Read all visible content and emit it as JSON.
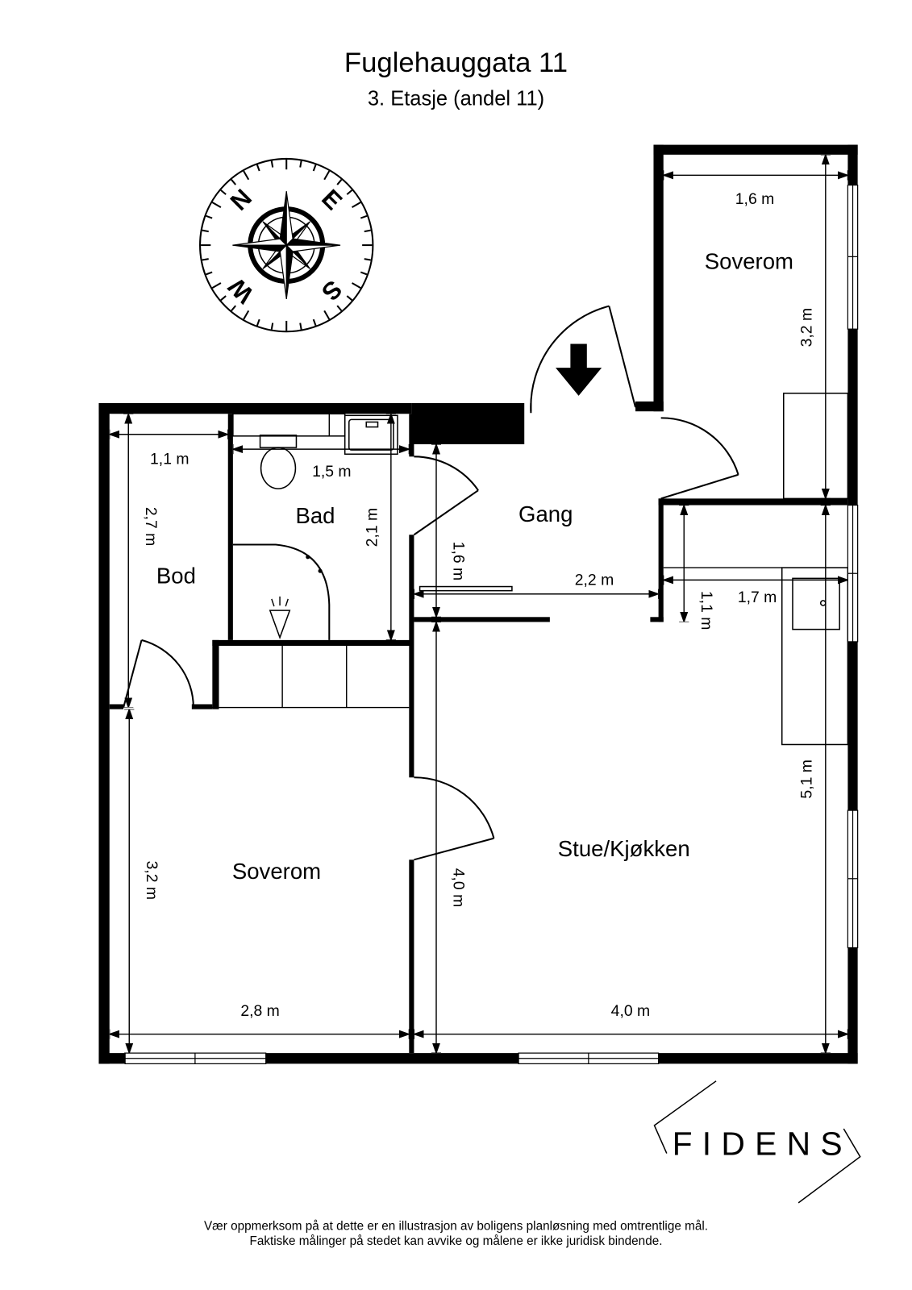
{
  "header": {
    "title": "Fuglehauggata 11",
    "subtitle": "3. Etasje (andel 11)"
  },
  "compass": {
    "north": "N",
    "east": "E",
    "south": "S",
    "west": "W"
  },
  "rooms": {
    "soverom_top": "Soverom",
    "gang": "Gang",
    "bad": "Bad",
    "bod": "Bod",
    "soverom_bottom": "Soverom",
    "stue_kjokken": "Stue/Kjøkken"
  },
  "dimensions": {
    "soverom_top_width": "1,6 m",
    "soverom_top_length": "3,2 m",
    "bod_width": "1,1 m",
    "bod_length": "2,7 m",
    "bad_width": "1,5 m",
    "bad_length": "2,1 m",
    "gang_length": "1,6 m",
    "gang_width": "2,2 m",
    "kitchen_width": "1,7 m",
    "kitchen_depth": "1,1 m",
    "stue_length": "5,1 m",
    "soverom_bottom_length": "3,2 m",
    "soverom_bottom_width": "2,8 m",
    "stue_depth": "4,0 m",
    "stue_width": "4,0 m"
  },
  "icons": {
    "compass": "compass-rose-icon",
    "entrance": "arrow-down-icon",
    "toilet": "toilet-icon",
    "sink": "sink-icon",
    "shower": "shower-icon"
  },
  "logo": {
    "text": "FIDENS"
  },
  "disclaimer": {
    "line1": "Vær oppmerksom på at dette er en illustrasjon av boligens planløsning med omtrentlige mål.",
    "line2": "Faktiske målinger på stedet kan avvike og målene er ikke juridisk bindende."
  },
  "colors": {
    "ink": "#000000",
    "background": "#ffffff"
  }
}
